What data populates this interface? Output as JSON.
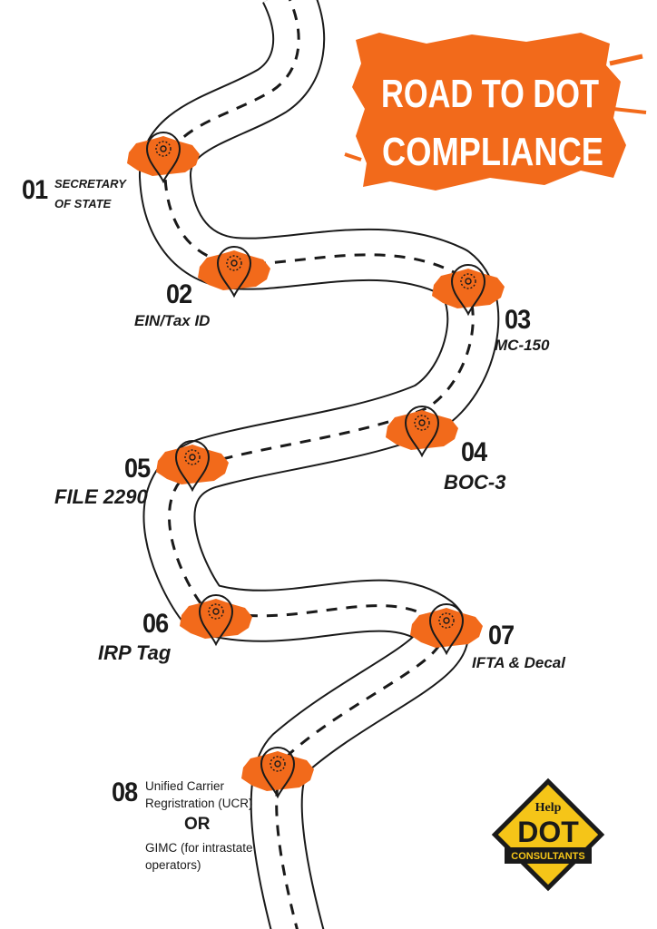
{
  "title": {
    "line1": "ROAD TO DOT",
    "line2": "COMPLIANCE"
  },
  "colors": {
    "accent": "#f26a1b",
    "ink": "#1a1a1a",
    "road": "#ffffff"
  },
  "steps": [
    {
      "num": "01",
      "label_line1": "SECRETARY",
      "label_line2": "OF STATE"
    },
    {
      "num": "02",
      "label": "EIN/Tax ID"
    },
    {
      "num": "03",
      "label": "MC-150"
    },
    {
      "num": "04",
      "label": "BOC-3"
    },
    {
      "num": "05",
      "label": "FILE 2290"
    },
    {
      "num": "06",
      "label": "IRP Tag"
    },
    {
      "num": "07",
      "label": "IFTA & Decal"
    },
    {
      "num": "08",
      "label_line1": "Unified Carrier",
      "label_line2": "Regristration (UCR)",
      "or": "OR",
      "alt_line1": "GIMC (for intrastate",
      "alt_line2": "operators)"
    }
  ],
  "logo": {
    "top_text": "Help",
    "main_text": "DOT",
    "bottom_text": "CONSULTANTS"
  }
}
